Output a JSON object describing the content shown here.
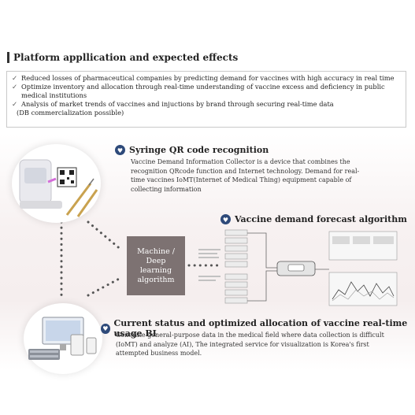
{
  "section": {
    "title": "Platform appllication and expected effects"
  },
  "effects": [
    {
      "check": "✓",
      "text": "Reduced losses of pharmaceutical companies by predicting demand for vaccines with high accuracy in real time"
    },
    {
      "check": "✓",
      "text": "Optimize inventory and allocation through real-time understanding of vaccine excess and deficiency in public"
    },
    {
      "check": "",
      "text": "medical institutions"
    },
    {
      "check": "✓",
      "text": "Analysis of market trends of vaccines and injuctions by brand through securing real-time data"
    },
    {
      "check": "",
      "text": "(DB commercialization possible)"
    }
  ],
  "syringe": {
    "title": "Syringe QR code recognition",
    "lines": [
      "Vaccine Demand Information Collector is a device that combines the",
      "recognition QRcode function and Internet technology. Demand for real-",
      "time vaccines IoMT(Internet of Medical Thing) equipment capable of",
      "collecting information"
    ]
  },
  "forecast": {
    "title": "Vaccine demand forecast algorithm"
  },
  "ml": {
    "line1": "Machine /",
    "line2": "Deep",
    "line3": "learning",
    "line4": "algorithm"
  },
  "bi": {
    "title": "Current status and optimized allocation of vaccine real-time usage BI",
    "lines": [
      "Generate general-purpose data in the medical field where data collection is difficult",
      "(IoMT) and analyze (AI), The integrated service for visualization is Korea's first",
      "attempted business model."
    ]
  },
  "icons": {
    "check": "check-icon",
    "heading": "heart-icon"
  },
  "colors": {
    "accent": "#2e4a7a",
    "ml_box": "#7d7272",
    "dots": "#555555"
  }
}
